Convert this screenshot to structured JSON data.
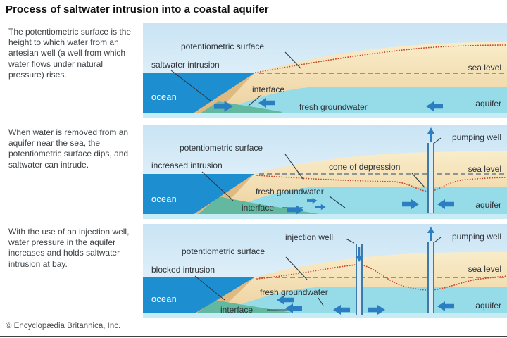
{
  "title": "Process of saltwater intrusion into a coastal aquifer",
  "credit": "© Encyclopædia Britannica, Inc.",
  "colors": {
    "ocean": "#1d8fd1",
    "sand": "#eccf9c",
    "aquifer_water": "#96dbe8",
    "saltwater_wedge": "#62b9a0",
    "potentiometric_line": "#c7472a",
    "sea_level_line": "#6f7b85",
    "flow_arrow": "#2b7ec2"
  },
  "panels": [
    {
      "description": "The potentiometric surface is the height to which water from an artesian well (a well from which water flows under natural pressure) rises.",
      "labels": {
        "potentiometric_surface": "potentiometric surface",
        "intrusion": "saltwater intrusion",
        "ocean": "ocean",
        "interface": "interface",
        "fresh_groundwater": "fresh groundwater",
        "sea_level": "sea level",
        "aquifer": "aquifer"
      }
    },
    {
      "description": "When water is removed from an aquifer near the sea, the potentiometric surface dips, and saltwater can intrude.",
      "labels": {
        "potentiometric_surface": "potentiometric surface",
        "intrusion": "increased intrusion",
        "cone_of_depression": "cone of depression",
        "pumping_well": "pumping well",
        "ocean": "ocean",
        "interface": "interface",
        "fresh_groundwater": "fresh groundwater",
        "sea_level": "sea level",
        "aquifer": "aquifer"
      }
    },
    {
      "description": "With the use of an injection well, water pressure in the aquifer increases and holds saltwater intrusion at bay.",
      "labels": {
        "potentiometric_surface": "potentiometric surface",
        "intrusion": "blocked intrusion",
        "injection_well": "injection well",
        "pumping_well": "pumping well",
        "ocean": "ocean",
        "interface": "interface",
        "fresh_groundwater": "fresh groundwater",
        "sea_level": "sea level",
        "aquifer": "aquifer"
      }
    }
  ]
}
